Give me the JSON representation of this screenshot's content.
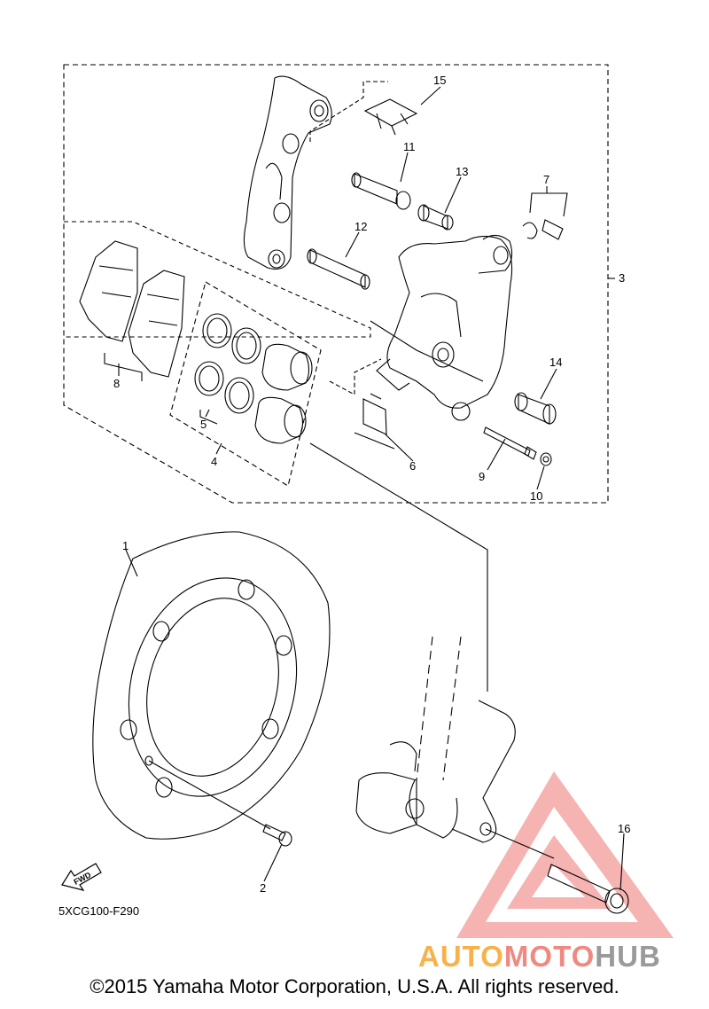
{
  "callouts": {
    "c1": "1",
    "c2": "2",
    "c3": "3",
    "c4": "4",
    "c5": "5",
    "c6": "6",
    "c7": "7",
    "c8": "8",
    "c9": "9",
    "c10": "10",
    "c11": "11",
    "c12": "12",
    "c13": "13",
    "c14": "14",
    "c15": "15",
    "c16": "16"
  },
  "diagram_code": "5XCG100-F290",
  "fwd_label": "FWD",
  "watermark": {
    "part1": "AUTO",
    "part2": "MOTO",
    "part3": "HUB",
    "color1": "#f7b24a",
    "color2": "#f08a80",
    "color3": "#9a9a9a"
  },
  "copyright": "©2015 Yamaha Motor Corporation, U.S.A. All rights reserved."
}
